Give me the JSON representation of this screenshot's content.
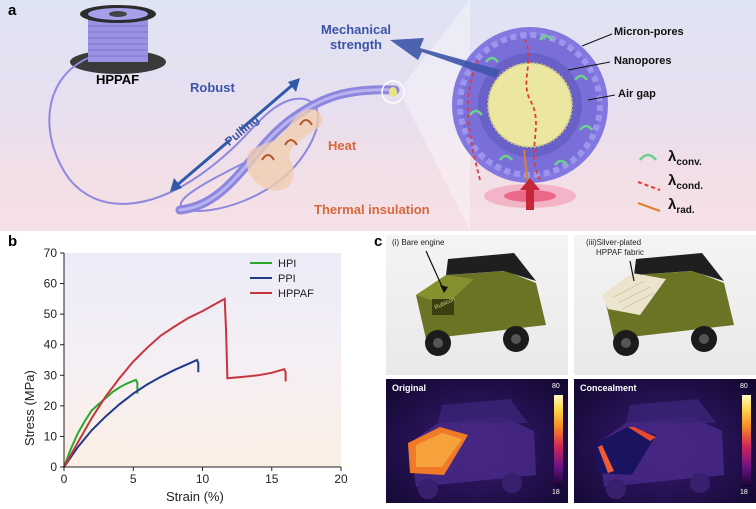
{
  "panel_a": {
    "label": "a",
    "hppaf": "HPPAF",
    "robust": "Robust",
    "pulling": "Pulling",
    "heat": "Heat",
    "thermal_insulation": "Thermal insulation",
    "mechanical_strength_1": "Mechanical",
    "mechanical_strength_2": "strength",
    "micron_pores": "Micron-pores",
    "nanopores": "Nanopores",
    "air_gap": "Air gap",
    "lambda_conv": "conv.",
    "lambda_cond": "cond.",
    "lambda_rad": "rad.",
    "lambda_symbol": "λ",
    "colors": {
      "fiber": "#8f88df",
      "pores": "#8a80e6",
      "core": "#ece7a6",
      "heat_text": "#d7683a",
      "title_blue": "#3d55a8",
      "conv": "#6fcf8e",
      "cond": "#e23a3a",
      "rad": "#e27f2a"
    }
  },
  "panel_b": {
    "label": "b",
    "chart_data": {
      "type": "line",
      "xlabel": "Strain (%)",
      "ylabel": "Stress (MPa)",
      "xlim": [
        0,
        20
      ],
      "ylim": [
        0,
        70
      ],
      "xticks": [
        0,
        5,
        10,
        15,
        20
      ],
      "yticks": [
        0,
        10,
        20,
        30,
        40,
        50,
        60,
        70
      ],
      "grid": false,
      "legend_position": "top-right",
      "series": [
        {
          "name": "HPI",
          "color": "#2aa82a",
          "x": [
            0,
            0.5,
            1,
            1.5,
            2,
            2.5,
            3,
            3.5,
            4,
            4.5,
            5,
            5.2,
            5.3,
            5.3
          ],
          "y": [
            0,
            6,
            11,
            15,
            18.5,
            20.5,
            22.5,
            24.5,
            26,
            27.2,
            28.2,
            28.5,
            27.5,
            24
          ]
        },
        {
          "name": "PPI",
          "color": "#1f3a8a",
          "x": [
            0,
            1,
            2,
            3,
            4,
            5,
            6,
            7,
            8,
            9,
            9.6,
            9.7,
            9.7
          ],
          "y": [
            0,
            6.5,
            12,
            16.5,
            20.5,
            24,
            27,
            29.5,
            31.8,
            33.8,
            35,
            34,
            31
          ]
        },
        {
          "name": "HPPAF",
          "color": "#c8343c",
          "x": [
            0,
            1,
            2,
            3,
            4,
            5,
            6,
            7,
            8,
            9,
            10,
            11,
            11.6,
            11.7,
            11.8,
            13,
            14,
            15,
            15.9,
            16,
            16
          ],
          "y": [
            0,
            8,
            16,
            23,
            29,
            34.5,
            39,
            43,
            46,
            48.8,
            51,
            53.5,
            55,
            45,
            29,
            29.5,
            30,
            30.8,
            32,
            31,
            28
          ]
        }
      ]
    }
  },
  "panel_c": {
    "label": "c",
    "bare_engine": "(i) Bare engine",
    "silver_plated_1": "(iii)Silver-plated",
    "silver_plated_2": "HPPAF fabric",
    "original": "Original",
    "concealment": "Concealment",
    "scale_max": "80",
    "scale_min": "18",
    "hood_text": "Rubicon"
  }
}
